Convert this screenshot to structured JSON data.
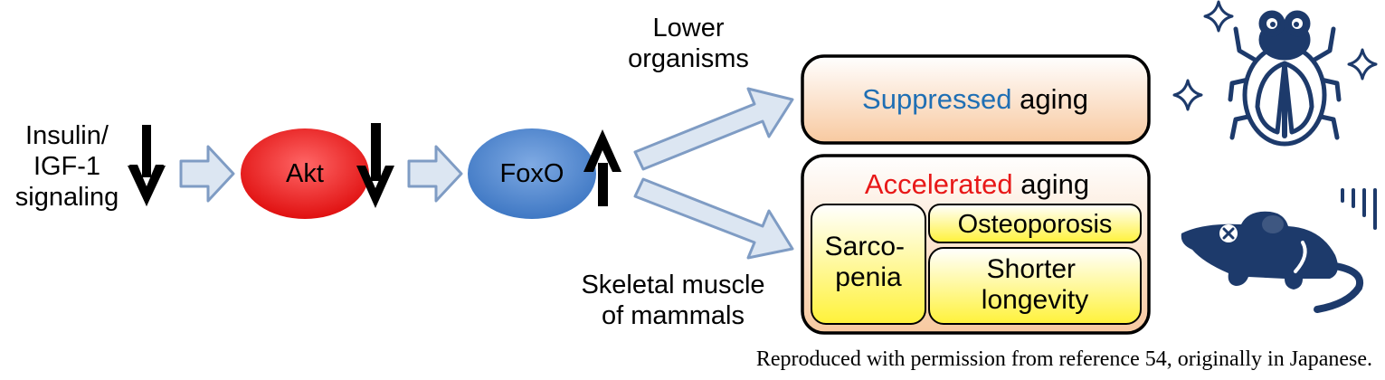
{
  "input": {
    "line1": "Insulin/",
    "line2": "IGF-1",
    "line3": "signaling"
  },
  "nodes": {
    "akt": "Akt",
    "foxo": "FoxO"
  },
  "branches": {
    "upper_line1": "Lower",
    "upper_line2": "organisms",
    "lower_line1": "Skeletal muscle",
    "lower_line2": "of mammals"
  },
  "suppressed_box": {
    "highlight": "Suppressed",
    "rest": " aging",
    "highlight_color": "#1F6FB4"
  },
  "accelerated_box": {
    "highlight": "Accelerated",
    "rest": " aging",
    "highlight_color": "#E81818",
    "items": {
      "sarcopenia_line1": "Sarco-",
      "sarcopenia_line2": "penia",
      "osteoporosis": "Osteoporosis",
      "longevity_line1": "Shorter",
      "longevity_line2": "longevity"
    }
  },
  "icons": {
    "fly": "fly-icon",
    "mouse": "mouse-icon",
    "sparkle": "sparkle-icon",
    "down_arrow": "down-arrow-icon",
    "up_arrow": "up-arrow-icon"
  },
  "colors": {
    "akt": "#EE1111",
    "foxo": "#4A86D0",
    "icon": "#1D3A6B",
    "flow_arrow": "#DCE6F2",
    "flow_arrow_stroke": "#7F9CC4"
  },
  "caption": "Reproduced with permission from reference 54, originally in Japanese."
}
